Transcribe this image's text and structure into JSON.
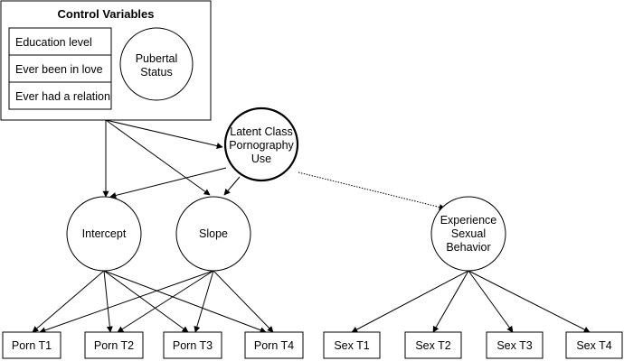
{
  "control_variables": {
    "title": "Control Variables",
    "items": [
      "Education level",
      "Ever been in love",
      "Ever had a relation"
    ],
    "pubertal_status": [
      "Pubertal",
      "Status"
    ]
  },
  "latent_class": [
    "Latent Class",
    "Pornography",
    "Use"
  ],
  "intercept": "Intercept",
  "slope": "Slope",
  "experience": [
    "Experience",
    "Sexual",
    "Behavior"
  ],
  "porn_nodes": [
    "Porn T1",
    "Porn T2",
    "Porn T3",
    "Porn T4"
  ],
  "sex_nodes": [
    "Sex T1",
    "Sex T2",
    "Sex T3",
    "Sex T4"
  ]
}
